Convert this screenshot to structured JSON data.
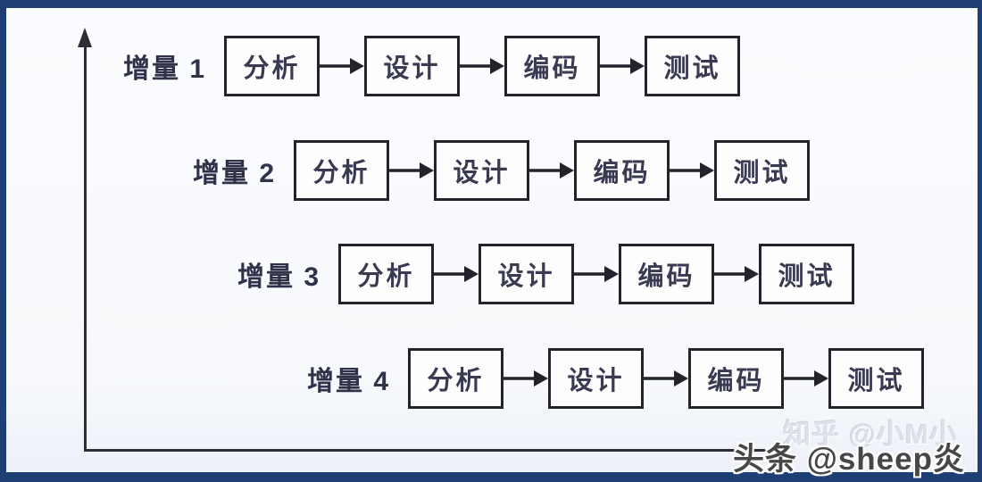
{
  "diagram": {
    "name": "incremental-development-model",
    "rows": [
      {
        "label": "增量 1",
        "stages": [
          "分析",
          "设计",
          "编码",
          "测试"
        ]
      },
      {
        "label": "增量 2",
        "stages": [
          "分析",
          "设计",
          "编码",
          "测试"
        ]
      },
      {
        "label": "增量 3",
        "stages": [
          "分析",
          "设计",
          "编码",
          "测试"
        ]
      },
      {
        "label": "增量 4",
        "stages": [
          "分析",
          "设计",
          "编码",
          "测试"
        ]
      }
    ]
  },
  "watermarks": {
    "faint": "知乎 @小M小",
    "main": "头条 @sheep炎"
  },
  "colors": {
    "frame": "#1d3f73",
    "canvas": "#f8fafc",
    "box_border": "#23232c",
    "axis_line": "#2e2e38",
    "text": "#3a3a52"
  }
}
